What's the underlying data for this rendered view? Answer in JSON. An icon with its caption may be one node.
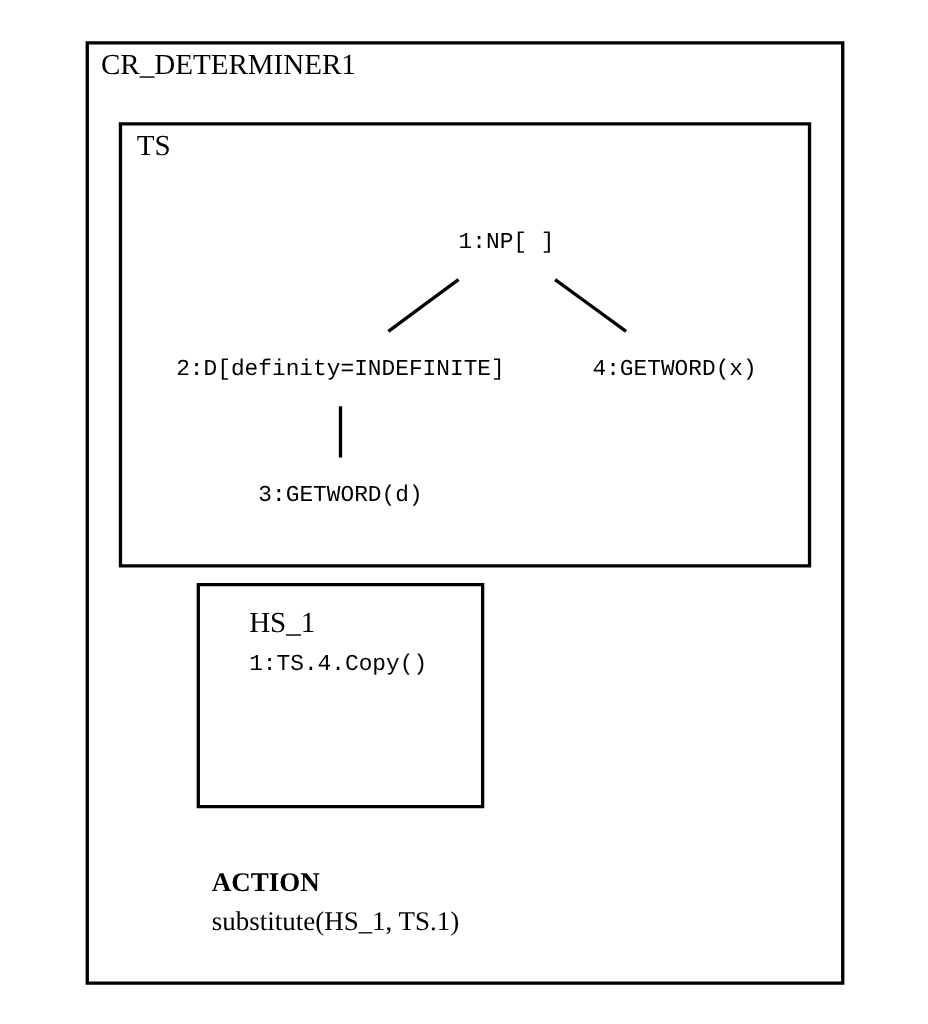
{
  "diagram": {
    "nodes": [
      {
        "text": [
          "CR_DETERMINER1"
        ]
      },
      {
        "text": [
          "TS"
        ],
        "in": 0
      },
      {
        "text": [
          "1:NP[ ]"
        ],
        "in": 1
      },
      {
        "text": [
          "2:D[definity=INDEFINITE]"
        ],
        "in": 1
      },
      {
        "text": [
          "3:GETWORD(d)"
        ],
        "in": 1
      },
      {
        "text": [
          "4:GETWORD(x)"
        ],
        "in": 1
      },
      {
        "text": [
          "HS_1",
          "1:TS.4.Copy()"
        ],
        "in": 0
      }
    ],
    "edges": [
      {
        "from": 2,
        "to": 3,
        "arrow": "none"
      },
      {
        "from": 2,
        "to": 5,
        "arrow": "none"
      },
      {
        "from": 3,
        "to": 4,
        "arrow": "none"
      }
    ],
    "labels": [
      "ACTION",
      "substitute(HS_1, TS.1)"
    ]
  }
}
